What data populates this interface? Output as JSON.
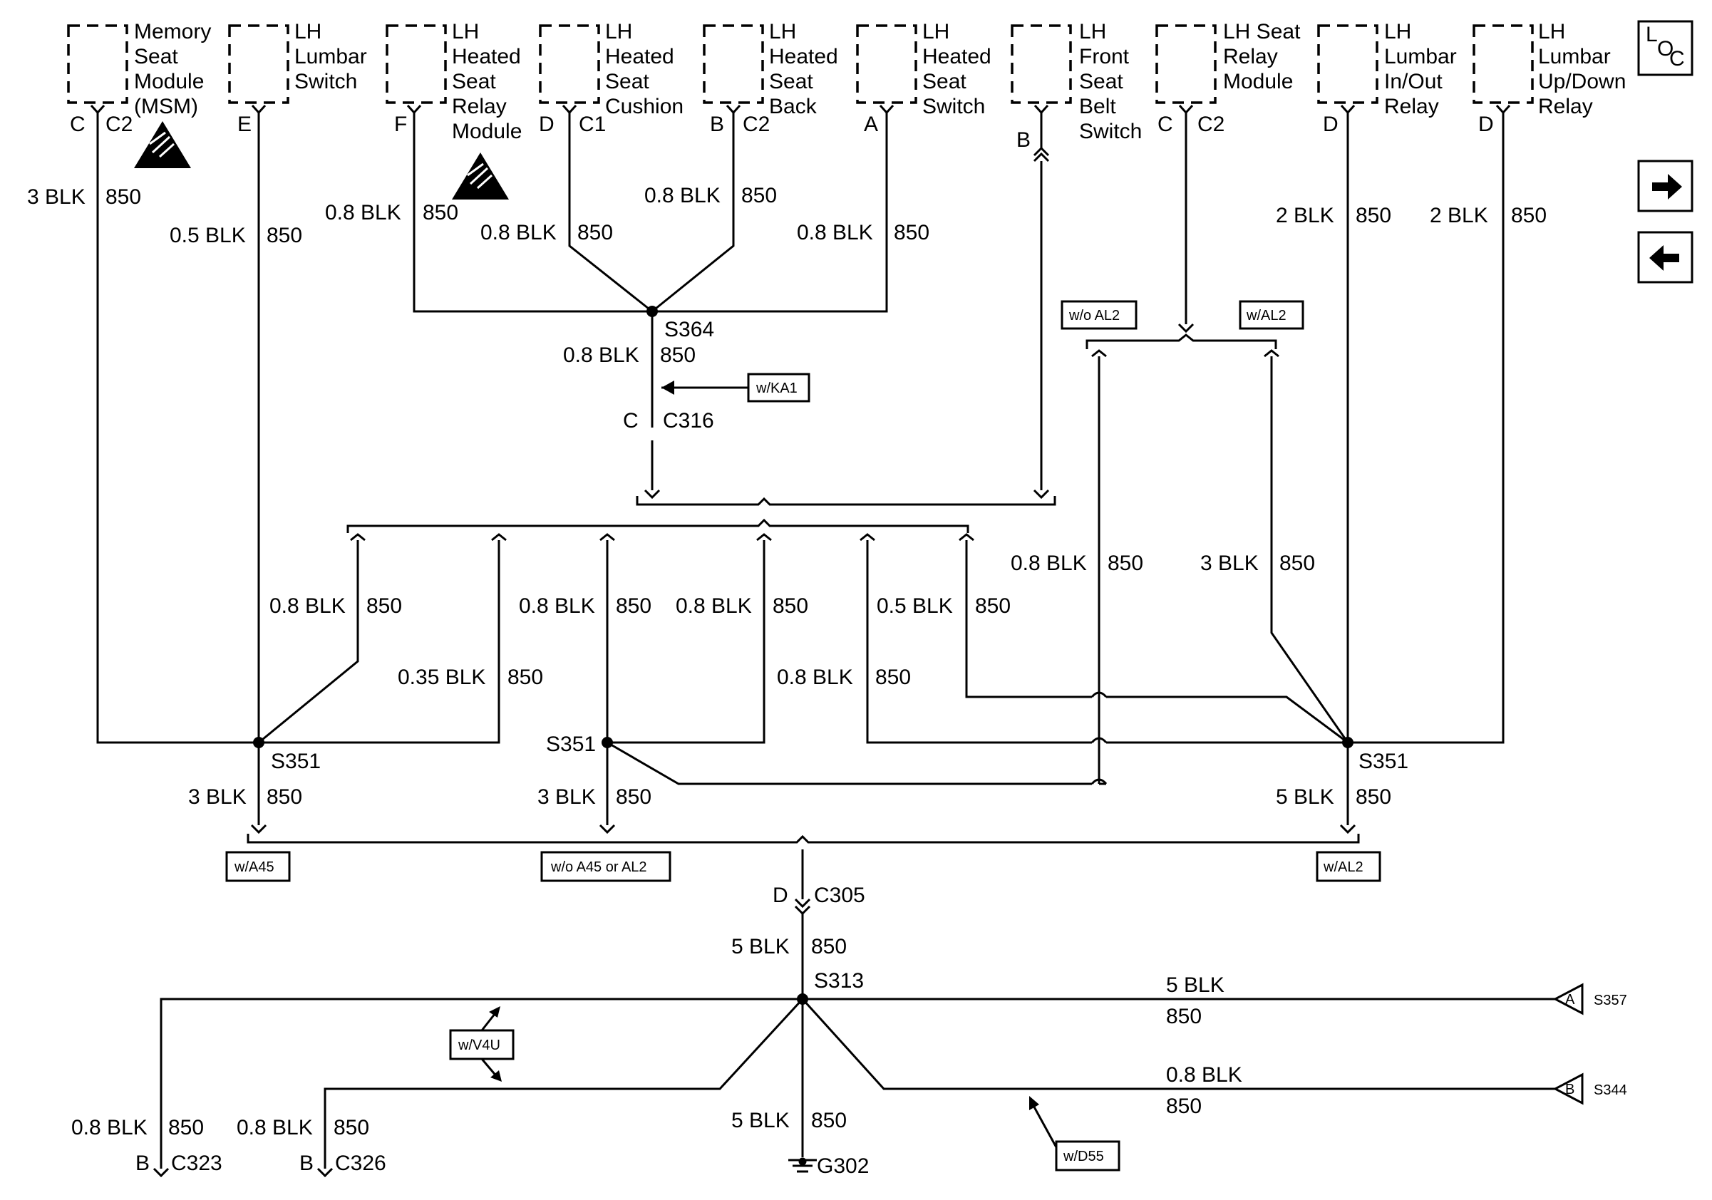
{
  "components": {
    "msm": "Memory Seat Module (MSM)",
    "lumbar_switch": "LH Lumbar Switch",
    "heated_relay": "LH Heated Seat Relay Module",
    "heated_cushion": "LH Heated Seat Cushion",
    "heated_back": "LH Heated Seat Back",
    "heated_switch": "LH Heated Seat Switch",
    "belt_switch": "LH Front Seat Belt Switch",
    "relay_module": "LH Seat Relay Module",
    "lumbar_inout": "LH Lumbar In/Out Relay",
    "lumbar_updown": "LH Lumbar Up/Down Relay"
  },
  "pins": {
    "msm_pin": "C",
    "msm_conn": "C2",
    "lumbar_pin": "E",
    "heated_relay_pin": "F",
    "cushion_pin": "D",
    "cushion_conn": "C1",
    "back_pin": "B",
    "back_conn": "C2",
    "hswitch_pin": "A",
    "belt_pin": "B",
    "relay_pin": "C",
    "relay_conn": "C2",
    "inout_pin": "D",
    "updown_pin": "D"
  },
  "wires": {
    "w3blk": "3 BLK",
    "w05blk": "0.5 BLK",
    "w08blk": "0.8 BLK",
    "w035blk": "0.35 BLK",
    "w2blk": "2 BLK",
    "w5blk": "5 BLK",
    "circuit": "850"
  },
  "splices": {
    "s364": "S364",
    "s351": "S351",
    "s313": "S313"
  },
  "connectors": {
    "c316_pin": "C",
    "c316": "C316",
    "c305_pin": "D",
    "c305": "C305",
    "c323_pin": "B",
    "c323": "C323",
    "c326_pin": "B",
    "c326": "C326"
  },
  "options": {
    "wka1": "w/KA1",
    "wo_al2": "w/o AL2",
    "w_al2": "w/AL2",
    "w_a45": "w/A45",
    "wo_a45_al2": "w/o A45 or AL2",
    "w_v4u": "w/V4U",
    "w_d55": "w/D55"
  },
  "refs": {
    "a_pin": "A",
    "s357": "S357",
    "b_pin": "B",
    "s344": "S344"
  },
  "ground": "G302",
  "loc": {
    "l": "L",
    "o": "O",
    "c": "C"
  }
}
